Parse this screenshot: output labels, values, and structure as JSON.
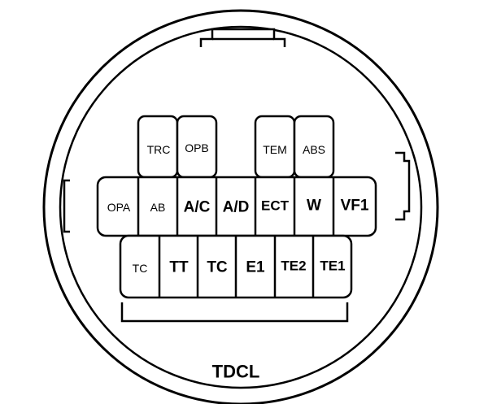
{
  "title": "TDCL",
  "colors": {
    "line": "#000000",
    "background": "#ffffff"
  },
  "pins": {
    "top": [
      "TRC",
      "OPB",
      "TEM",
      "ABS"
    ],
    "middle": [
      "OPA",
      "AB",
      "A/C",
      "A/D",
      "ECT",
      "W",
      "VF1"
    ],
    "bottom": [
      "TC",
      "TT",
      "TC",
      "E1",
      "TE2",
      "TE1"
    ]
  }
}
